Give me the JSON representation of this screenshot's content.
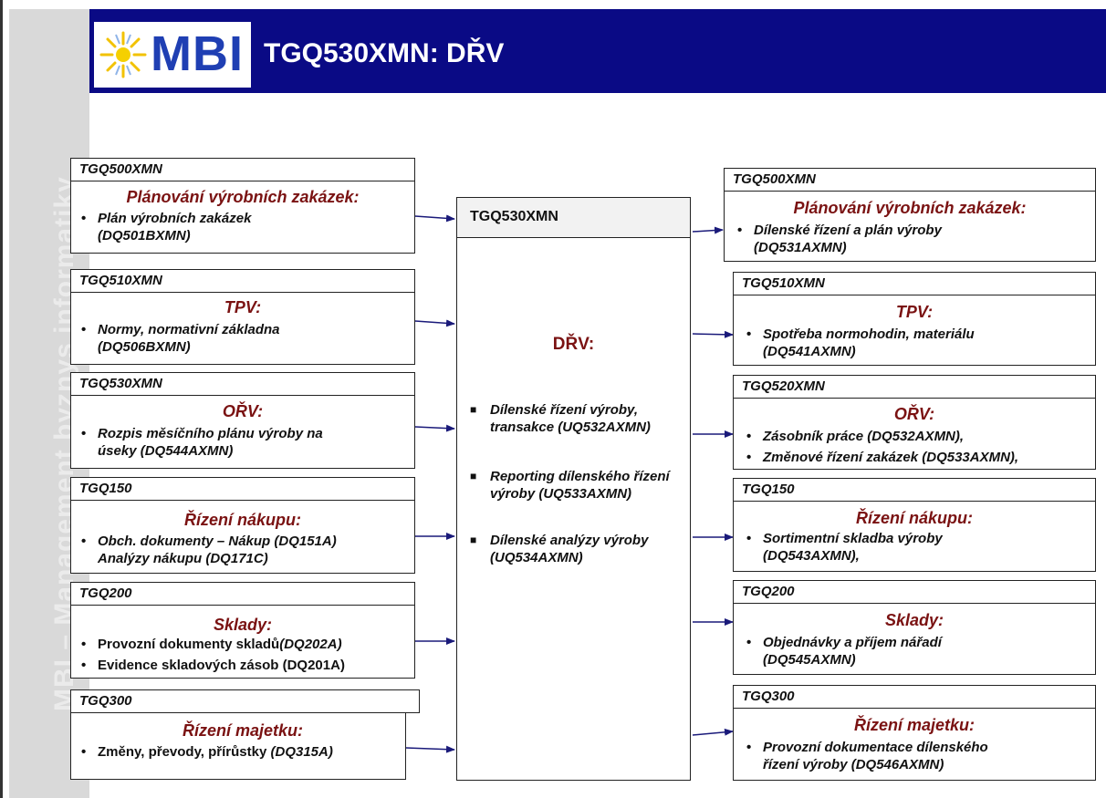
{
  "header": {
    "logo_text": "MBI",
    "title": "TGQ530XMN: DŘV",
    "sidebar_text": "MBI – Management byznys informatiky"
  },
  "center": {
    "tag": "TGQ530XMN",
    "title": "DŘV:",
    "items": [
      "Dílenské řízení výroby, transakce (UQ532AXMN)",
      "Reporting dílenského řízení výroby (UQ533AXMN)",
      "Dílenské analýzy výroby (UQ534AXMN)"
    ]
  },
  "left": [
    {
      "tag": "TGQ500XMN",
      "title": "Plánování výrobních zakázek:",
      "items": [
        {
          "lines": [
            "Plán výrobních zakázek",
            "(DQ501BXMN)"
          ],
          "italic": true
        }
      ]
    },
    {
      "tag": "TGQ510XMN",
      "title": "TPV:",
      "items": [
        {
          "lines": [
            "Normy, normativní základna",
            "(DQ506BXMN)"
          ],
          "italic": true
        }
      ]
    },
    {
      "tag": "TGQ530XMN",
      "title": "OŘV:",
      "items": [
        {
          "lines": [
            "Rozpis měsíčního plánu výroby na",
            "úseky (DQ544AXMN)"
          ],
          "italic": true
        }
      ]
    },
    {
      "tag": "TGQ150",
      "title": "Řízení nákupu:",
      "items": [
        {
          "lines": [
            "Obch. dokumenty – Nákup (DQ151A)",
            "Analýzy nákupu (DQ171C)"
          ],
          "italic": true
        }
      ]
    },
    {
      "tag": "TGQ200",
      "title": "Sklady:",
      "items": [
        {
          "text": "Provozní dokumenty skladů",
          "code": "(DQ202A)"
        },
        {
          "text": "Evidence skladových zásob (DQ201A)"
        }
      ]
    },
    {
      "tag": "TGQ300",
      "title": "Řízení majetku:",
      "items": [
        {
          "text": "Změny,  převody, přírůstky ",
          "code": "(DQ315A)"
        }
      ]
    }
  ],
  "right": [
    {
      "tag": "TGQ500XMN",
      "title": "Plánování výrobních zakázek:",
      "items": [
        {
          "lines": [
            "Dílenské řízení a plán výroby",
            "(DQ531AXMN)"
          ],
          "italic": true
        }
      ]
    },
    {
      "tag": "TGQ510XMN",
      "title": "TPV:",
      "items": [
        {
          "lines": [
            "Spotřeba normohodin, materiálu",
            "(DQ541AXMN)"
          ],
          "italic": true
        }
      ]
    },
    {
      "tag": "TGQ520XMN",
      "title": "OŘV:",
      "items": [
        {
          "lines": [
            "Zásobník práce (DQ532AXMN),"
          ],
          "italic": true
        },
        {
          "lines": [
            "Změnové řízení zakázek (DQ533AXMN),"
          ],
          "italic": true
        }
      ]
    },
    {
      "tag": "TGQ150",
      "title": "Řízení nákupu:",
      "items": [
        {
          "lines": [
            "Sortimentní skladba výroby",
            "(DQ543AXMN),"
          ],
          "italic": true
        }
      ]
    },
    {
      "tag": "TGQ200",
      "title": "Sklady:",
      "items": [
        {
          "lines": [
            "Objednávky a příjem nářadí",
            "(DQ545AXMN)"
          ],
          "italic": true
        }
      ]
    },
    {
      "tag": "TGQ300",
      "title": "Řízení majetku:",
      "items": [
        {
          "lines": [
            "Provozní dokumentace dílenského",
            "řízení výroby (DQ546AXMN)"
          ],
          "italic": true
        }
      ]
    }
  ],
  "colors": {
    "header_bg": "#0a0a85",
    "title_accent": "#7a1212",
    "arrow": "#1a1a7a",
    "sidebar_bg": "#d9d9d9"
  }
}
